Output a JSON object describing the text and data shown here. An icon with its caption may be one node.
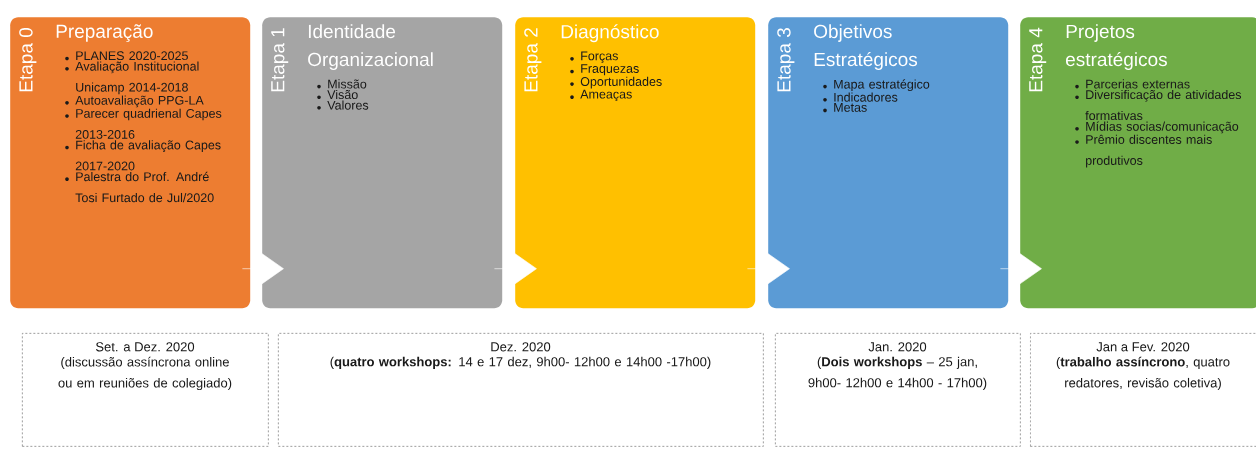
{
  "diagram": {
    "nodes": [
      {
        "text": [
          "Etapa 0",
          "Preparação",
          "PLANES 2020-2025",
          "Avaliação Institucional Unicamp 2014-2018",
          "Autoavaliação PPG-LA",
          "Parecer quadrienal Capes 2013-2016",
          "Ficha de avaliação Capes 2017-2020",
          "Palestra do Prof. André Tosi Furtado de Jul/2020"
        ]
      },
      {
        "text": [
          "Etapa 1",
          "Identidade Organizacional",
          "Missão",
          "Visão",
          "Valores"
        ]
      },
      {
        "text": [
          "Etapa 2",
          "Diagnóstico",
          "Forças",
          "Fraquezas",
          "Oportunidades",
          "Ameaças"
        ]
      },
      {
        "text": [
          "Etapa 3",
          "Objetivos Estratégicos",
          "Mapa estratégico",
          "Indicadores",
          "Metas"
        ]
      },
      {
        "text": [
          "Etapa 4",
          "Projetos estratégicos",
          "Parcerias externas",
          "Diversificação de atividades formativas",
          "Mídias socias/comunicação",
          "Prêmio discentes mais produtivos"
        ]
      },
      {
        "text": [
          "Set. a Dez. 2020",
          "(discussão assíncrona online ou em reuniões de colegiado)"
        ]
      },
      {
        "text": [
          "Dez. 2020",
          "(**quatro workshops:** 14 e 17 dez, 9h00- 12h00 e 14h00 -17h00)"
        ]
      },
      {
        "text": [
          "Jan. 2020",
          "(**Dois workshops** – 25 jan, 9h00- 12h00 e 14h00 - 17h00)"
        ]
      },
      {
        "text": [
          "Jan a Fev. 2020",
          "(**trabalho assíncrono**, quatro redatores, revisão coletiva)"
        ]
      }
    ],
    "edges": [
      {
        "from": 0,
        "to": 1,
        "arrow": "to"
      },
      {
        "from": 1,
        "to": 2,
        "arrow": "to"
      },
      {
        "from": 2,
        "to": 3,
        "arrow": "to"
      },
      {
        "from": 3,
        "to": 4,
        "arrow": "to"
      }
    ]
  }
}
